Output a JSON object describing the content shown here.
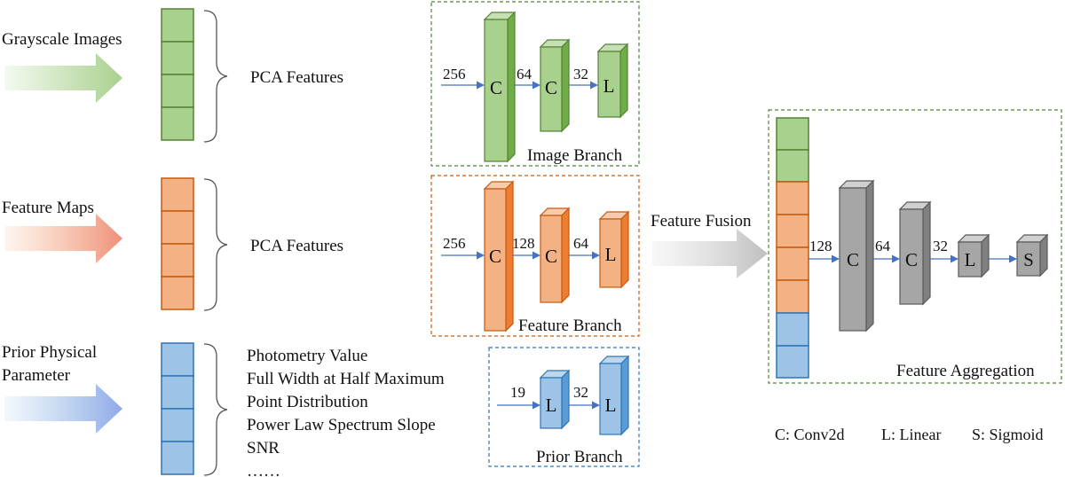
{
  "inputs": {
    "grayscale": "Grayscale Images",
    "feature_maps": "Feature Maps",
    "prior_line1": "Prior Physical",
    "prior_line2": "Parameter"
  },
  "features": {
    "pca_top": "PCA Features",
    "pca_mid": "PCA Features",
    "prior_list": [
      "Photometry Value",
      "Full Width at Half Maximum",
      "Point Distribution",
      "Power Law Spectrum Slope",
      "SNR",
      "……"
    ]
  },
  "branches": {
    "image": {
      "title": "Image Branch",
      "dims": [
        "256",
        "64",
        "32"
      ],
      "layers": [
        "C",
        "C",
        "L"
      ]
    },
    "feature": {
      "title": "Feature Branch",
      "dims": [
        "256",
        "128",
        "64"
      ],
      "layers": [
        "C",
        "C",
        "L"
      ]
    },
    "prior": {
      "title": "Prior Branch",
      "dims": [
        "19",
        "32"
      ],
      "layers": [
        "L",
        "L"
      ]
    }
  },
  "fusion": {
    "label": "Feature Fusion"
  },
  "aggregation": {
    "title": "Feature Aggregation",
    "dims": [
      "128",
      "64",
      "32"
    ],
    "layers": [
      "C",
      "C",
      "L",
      "S"
    ]
  },
  "legend": {
    "conv": "C: Conv2d",
    "linear": "L: Linear",
    "sigmoid": "S: Sigmoid"
  },
  "colors": {
    "green_fill": "#a9d18e",
    "green_stroke": "#548235",
    "orange_fill": "#f4b183",
    "orange_stroke": "#c55a11",
    "blue_fill": "#9dc3e6",
    "blue_stroke": "#2e75b6",
    "gray_fill": "#a6a6a6",
    "gray_stroke": "#595959",
    "arrow": "#4472c4"
  }
}
